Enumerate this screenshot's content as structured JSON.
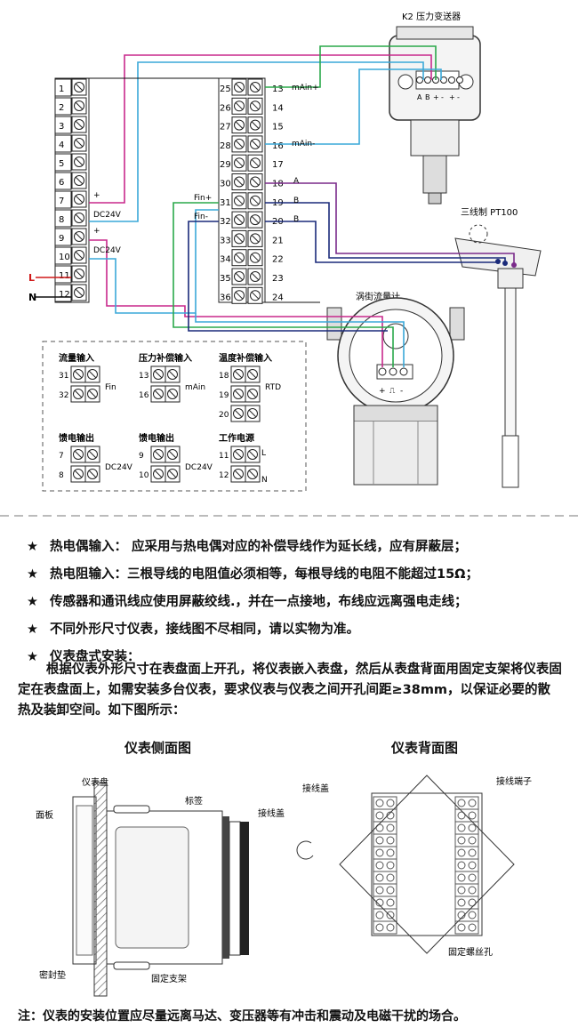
{
  "wiring": {
    "transmitter_title": "K2 压力变送器",
    "transmitter_terminals": [
      "A",
      "B",
      "+",
      "-",
      "+",
      "-"
    ],
    "rtd_title": "三线制 PT100",
    "flowmeter_title": "涡街流量计",
    "flowmeter_terminals": [
      "+",
      "⎍",
      "-"
    ],
    "left_terminals": [
      "1",
      "2",
      "3",
      "4",
      "5",
      "6",
      "7",
      "8",
      "9",
      "10",
      "11",
      "12"
    ],
    "right_outer_terminals": [
      "25",
      "26",
      "27",
      "28",
      "29",
      "30",
      "31",
      "32",
      "33",
      "34",
      "35",
      "36"
    ],
    "right_inner_terminals": [
      "13",
      "14",
      "15",
      "16",
      "17",
      "18",
      "19",
      "20",
      "21",
      "22",
      "23",
      "24"
    ],
    "labels": {
      "plus": "+",
      "minus": "-",
      "dc24v": "DC24V",
      "L": "L",
      "N": "N",
      "main_plus": "mAin+",
      "main_minus": "mAin-",
      "A": "A",
      "B": "B",
      "fin_plus": "Fin+",
      "fin_minus": "Fin-"
    }
  },
  "legend": {
    "flow_input": {
      "title": "流量输入",
      "terminals": [
        "31",
        "32"
      ],
      "signal": "Fin"
    },
    "pressure_input": {
      "title": "压力补偿输入",
      "terminals": [
        "13",
        "16"
      ],
      "signal": "mAin"
    },
    "temp_input": {
      "title": "温度补偿输入",
      "terminals": [
        "18",
        "19",
        "20"
      ],
      "signal": "RTD"
    },
    "feed_output_1": {
      "title": "馈电输出",
      "terminals": [
        "7",
        "8"
      ],
      "signal": "DC24V"
    },
    "feed_output_2": {
      "title": "馈电输出",
      "terminals": [
        "9",
        "10"
      ],
      "signal": "DC24V"
    },
    "power": {
      "title": "工作电源",
      "terminals": [
        "11",
        "12"
      ],
      "L": "L",
      "N": "N"
    }
  },
  "notes": [
    "热电偶输入： 应采用与热电偶对应的补偿导线作为延长线，应有屏蔽层；",
    "热电阻输入：三根导线的电阻值必须相等，每根导线的电阻不能超过15Ω；",
    "传感器和通讯线应使用屏蔽绞线.，并在一点接地，布线应远离强电走线；",
    "不同外形尺寸仪表，接线图不尽相同，请以实物为准。",
    "仪表盘式安装："
  ],
  "note_star": "★",
  "paragraph": "根据仪表外形尺寸在表盘面上开孔，将仪表嵌入表盘，然后从表盘背面用固定支架将仪表固定在表盘面上，如需安装多台仪表，要求仪表与仪表之间开孔间距≥38mm，以保证必要的散热及装卸空间。如下图所示：",
  "side_view": {
    "title": "仪表侧面图",
    "labels": {
      "panel": "仪表盘",
      "face": "面板",
      "tag": "标签",
      "cover": "接线盖",
      "seal": "密封垫",
      "bracket": "固定支架"
    }
  },
  "back_view": {
    "title": "仪表背面图",
    "labels": {
      "cover": "接线盖",
      "terminal": "接线端子",
      "screw": "固定螺丝孔"
    }
  },
  "footer": "注：仪表的安装位置应尽量远离马达、变压器等有冲击和震动及电磁干扰的场合。",
  "colors": {
    "magenta": "#c8288c",
    "cyan": "#3aa8d8",
    "green": "#2aa84a",
    "navy": "#1a2a7a",
    "purple": "#7a2a8a",
    "red": "#d01818"
  }
}
